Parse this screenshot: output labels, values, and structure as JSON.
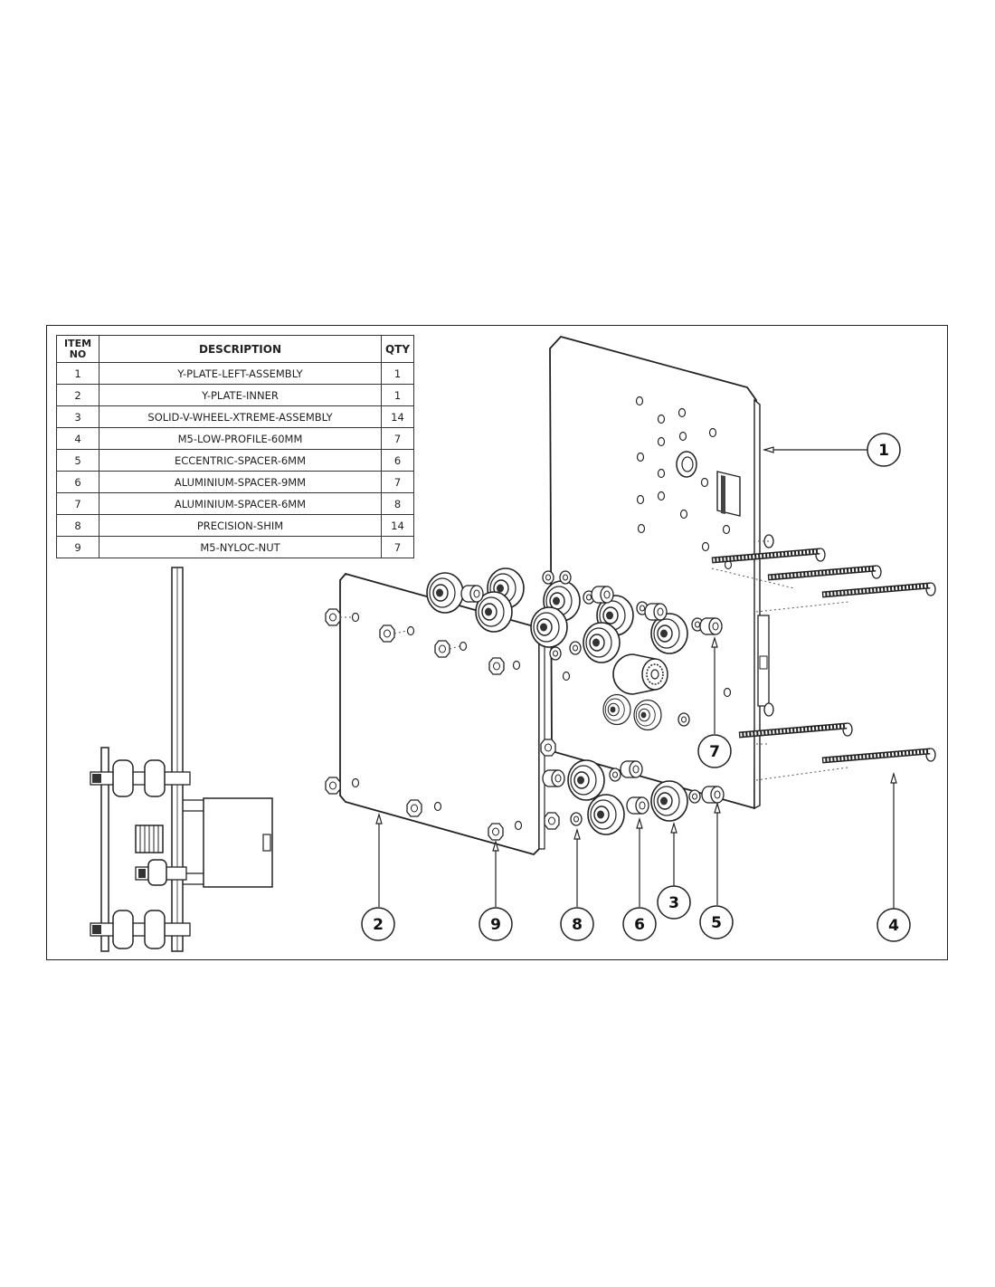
{
  "bom": {
    "headers": {
      "item_line1": "ITEM",
      "item_line2": "NO",
      "description": "DESCRIPTION",
      "qty": "QTY"
    },
    "rows": [
      {
        "item": "1",
        "description": "Y-PLATE-LEFT-ASSEMBLY",
        "qty": "1"
      },
      {
        "item": "2",
        "description": "Y-PLATE-INNER",
        "qty": "1"
      },
      {
        "item": "3",
        "description": "SOLID-V-WHEEL-XTREME-ASSEMBLY",
        "qty": "14"
      },
      {
        "item": "4",
        "description": "M5-LOW-PROFILE-60MM",
        "qty": "7"
      },
      {
        "item": "5",
        "description": "ECCENTRIC-SPACER-6MM",
        "qty": "6"
      },
      {
        "item": "6",
        "description": "ALUMINIUM-SPACER-9MM",
        "qty": "7"
      },
      {
        "item": "7",
        "description": "ALUMINIUM-SPACER-6MM",
        "qty": "8"
      },
      {
        "item": "8",
        "description": "PRECISION-SHIM",
        "qty": "14"
      },
      {
        "item": "9",
        "description": "M5-NYLOC-NUT",
        "qty": "7"
      }
    ]
  },
  "balloons": {
    "b1": "1",
    "b2": "2",
    "b3": "3",
    "b4": "4",
    "b5": "5",
    "b6": "6",
    "b7": "7",
    "b8": "8",
    "b9": "9"
  }
}
